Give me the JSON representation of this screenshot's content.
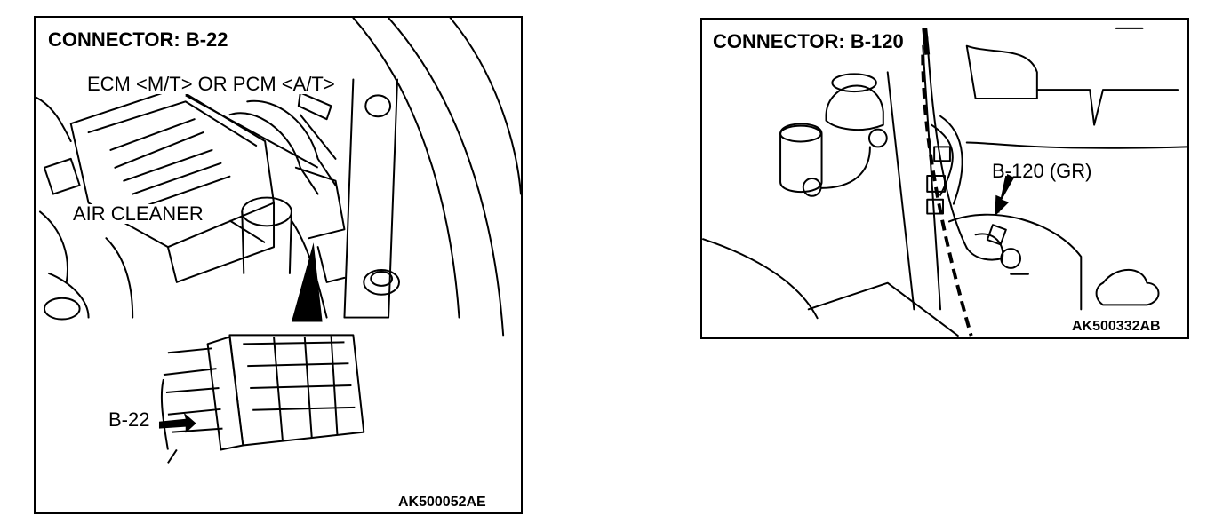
{
  "left_panel": {
    "title": "CONNECTOR: B-22",
    "label_ecm": "ECM <M/T> OR PCM <A/T>",
    "label_air_cleaner": "AIR CLEANER",
    "label_connector": "B-22",
    "figure_code": "AK500052AE"
  },
  "right_panel": {
    "title": "CONNECTOR: B-120",
    "label_connector": "B-120 (GR)",
    "figure_code": "AK500332AB"
  }
}
